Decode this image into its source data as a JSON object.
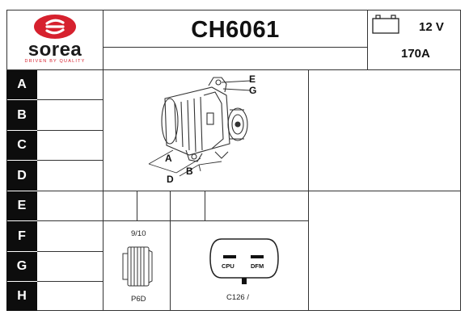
{
  "logo": {
    "brand": "sorea",
    "tagline": "DRIVEN BY QUALITY",
    "color": "#d6212e"
  },
  "header": {
    "reference": "CH6061",
    "voltage": "12 V",
    "amperage": "170A"
  },
  "rows": [
    "A",
    "B",
    "C",
    "D",
    "E",
    "F",
    "G",
    "H"
  ],
  "diagram": {
    "labels": {
      "e": "E",
      "g": "G",
      "a": "A",
      "b": "B",
      "d": "D"
    }
  },
  "pulley": {
    "size": "9/10",
    "type": "P6D"
  },
  "connector": {
    "pin1": "CPU",
    "pin2": "DFM",
    "code": "C126 /"
  }
}
